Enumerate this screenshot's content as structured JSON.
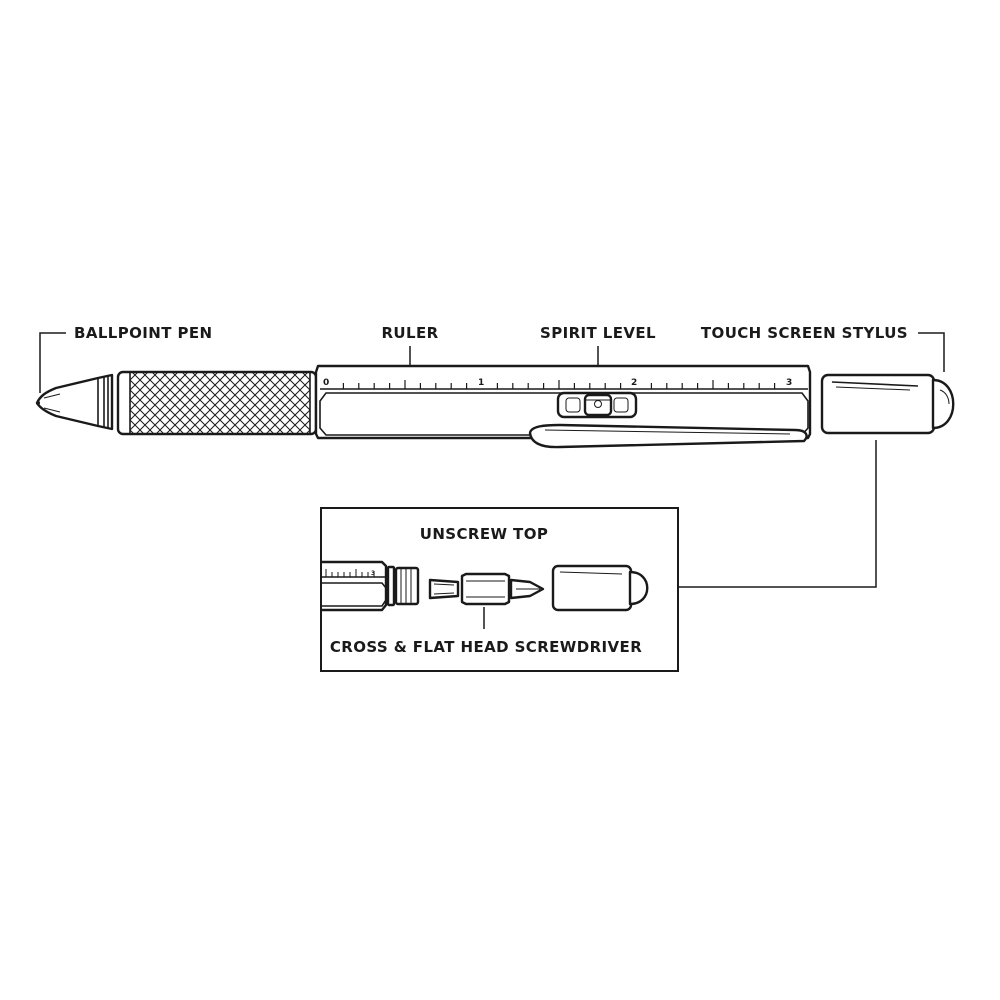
{
  "labels": {
    "ballpoint_pen": "BALLPOINT PEN",
    "ruler": "RULER",
    "spirit_level": "SPIRIT LEVEL",
    "touch_screen_stylus": "TOUCH SCREEN STYLUS",
    "unscrew_top": "UNSCREW TOP",
    "screwdriver": "CROSS & FLAT HEAD SCREWDRIVER"
  },
  "ruler_numbers": [
    "0",
    "1",
    "2",
    "3"
  ],
  "inset_ruler_number": "3"
}
